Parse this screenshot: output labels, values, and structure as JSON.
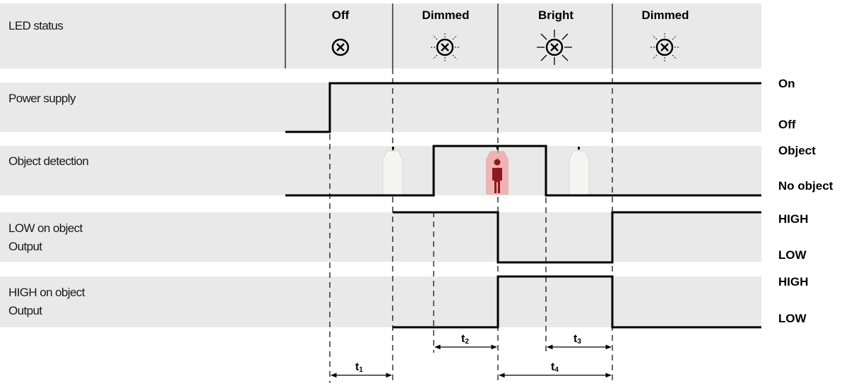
{
  "rows": {
    "led_status": "LED status",
    "power_supply": "Power supply",
    "object_detection": "Object detection",
    "low_on_object": [
      "LOW on object",
      "Output"
    ],
    "high_on_object": [
      "HIGH on object",
      "Output"
    ]
  },
  "led_states": [
    "Off",
    "Dimmed",
    "Bright",
    "Dimmed"
  ],
  "state_labels": {
    "power_on": "On",
    "power_off": "Off",
    "object": "Object",
    "no_object": "No object",
    "low_high": "HIGH",
    "low_low": "LOW",
    "high_high": "HIGH",
    "high_low": "LOW"
  },
  "timing": {
    "t1": {
      "main": "t",
      "sub": "1"
    },
    "t2": {
      "main": "t",
      "sub": "2"
    },
    "t3": {
      "main": "t",
      "sub": "3"
    },
    "t4": {
      "main": "t",
      "sub": "4"
    }
  },
  "colors": {
    "band": "#e9e9e9",
    "person": "#8b1a1a",
    "person_highlight": "#f2a0a0",
    "detection_beam": "#f5f5f2"
  },
  "icons": {
    "led": "circled-x-icon",
    "person": "person-icon",
    "beam": "detection-beam-icon"
  }
}
